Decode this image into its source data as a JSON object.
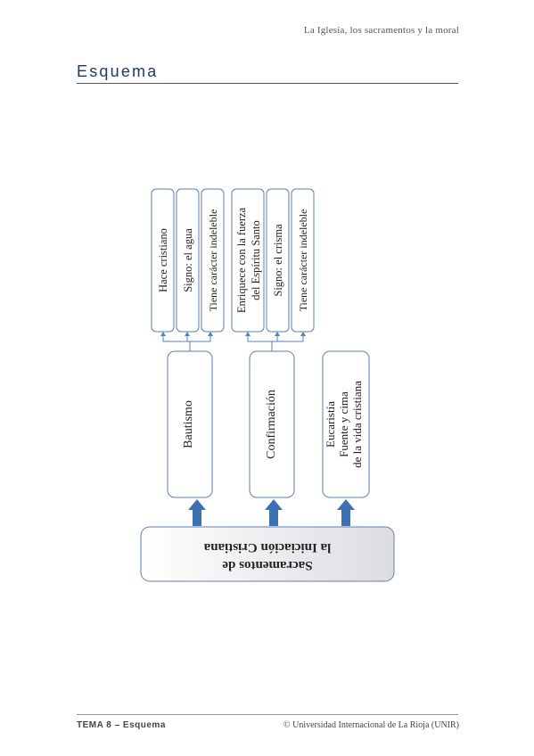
{
  "header": {
    "running_title": "La Iglesia, los sacramentos y la moral"
  },
  "page": {
    "title": "Esquema"
  },
  "diagram": {
    "root": {
      "line1": "Sacramentos de",
      "line2": "la Iniciación Cristiana"
    },
    "sacraments": [
      {
        "label": "Bautismo"
      },
      {
        "label": "Confirmación"
      },
      {
        "lines": [
          "Eucaristía",
          "Fuente y cima",
          "de la vida cristiana"
        ]
      }
    ],
    "bautismo_details": [
      "Hace cristiano",
      "Signo: el agua",
      "Tiene carácter indeleble"
    ],
    "confirmacion_details": [
      {
        "lines": [
          "Enriquece con la fuerza",
          "del Espíritu Santo"
        ]
      },
      {
        "lines": [
          "Signo: el crisma"
        ]
      },
      {
        "lines": [
          "Tiene carácter indeleble"
        ]
      }
    ]
  },
  "colors": {
    "title": "#1f3a6b",
    "arrow": "#3f6fb5",
    "box_border": "#5b7fb8",
    "root_fill": "#e8e8ec"
  },
  "footer": {
    "left": "TEMA 8 – Esquema",
    "right": "© Universidad Internacional de La Rioja (UNIR)"
  }
}
